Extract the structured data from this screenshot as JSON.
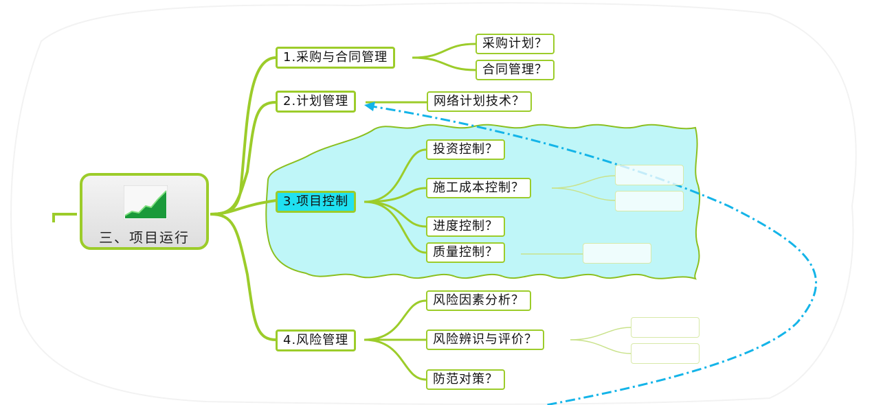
{
  "colors": {
    "branch_line": "#9ccc2a",
    "boundary_fill": "#bff6f8",
    "boundary_stroke": "#8bbf1f",
    "relationship": "#14b4e8",
    "selected_fill": "#20e0f0"
  },
  "root": {
    "label": "三、项目运行",
    "icon": "rising-chart-icon"
  },
  "branches": [
    {
      "label": "1.采购与合同管理",
      "children": [
        "采购计划？",
        "合同管理？"
      ]
    },
    {
      "label": "2.计划管理",
      "children": [
        "网络计划技术？"
      ]
    },
    {
      "label": "3.项目控制",
      "selected": true,
      "children": [
        "投资控制？",
        "施工成本控制？",
        "进度控制？",
        "质量控制？"
      ]
    },
    {
      "label": "4.风险管理",
      "children": [
        "风险因素分析？",
        "风险辨识与评价？",
        "防范对策？"
      ]
    }
  ]
}
